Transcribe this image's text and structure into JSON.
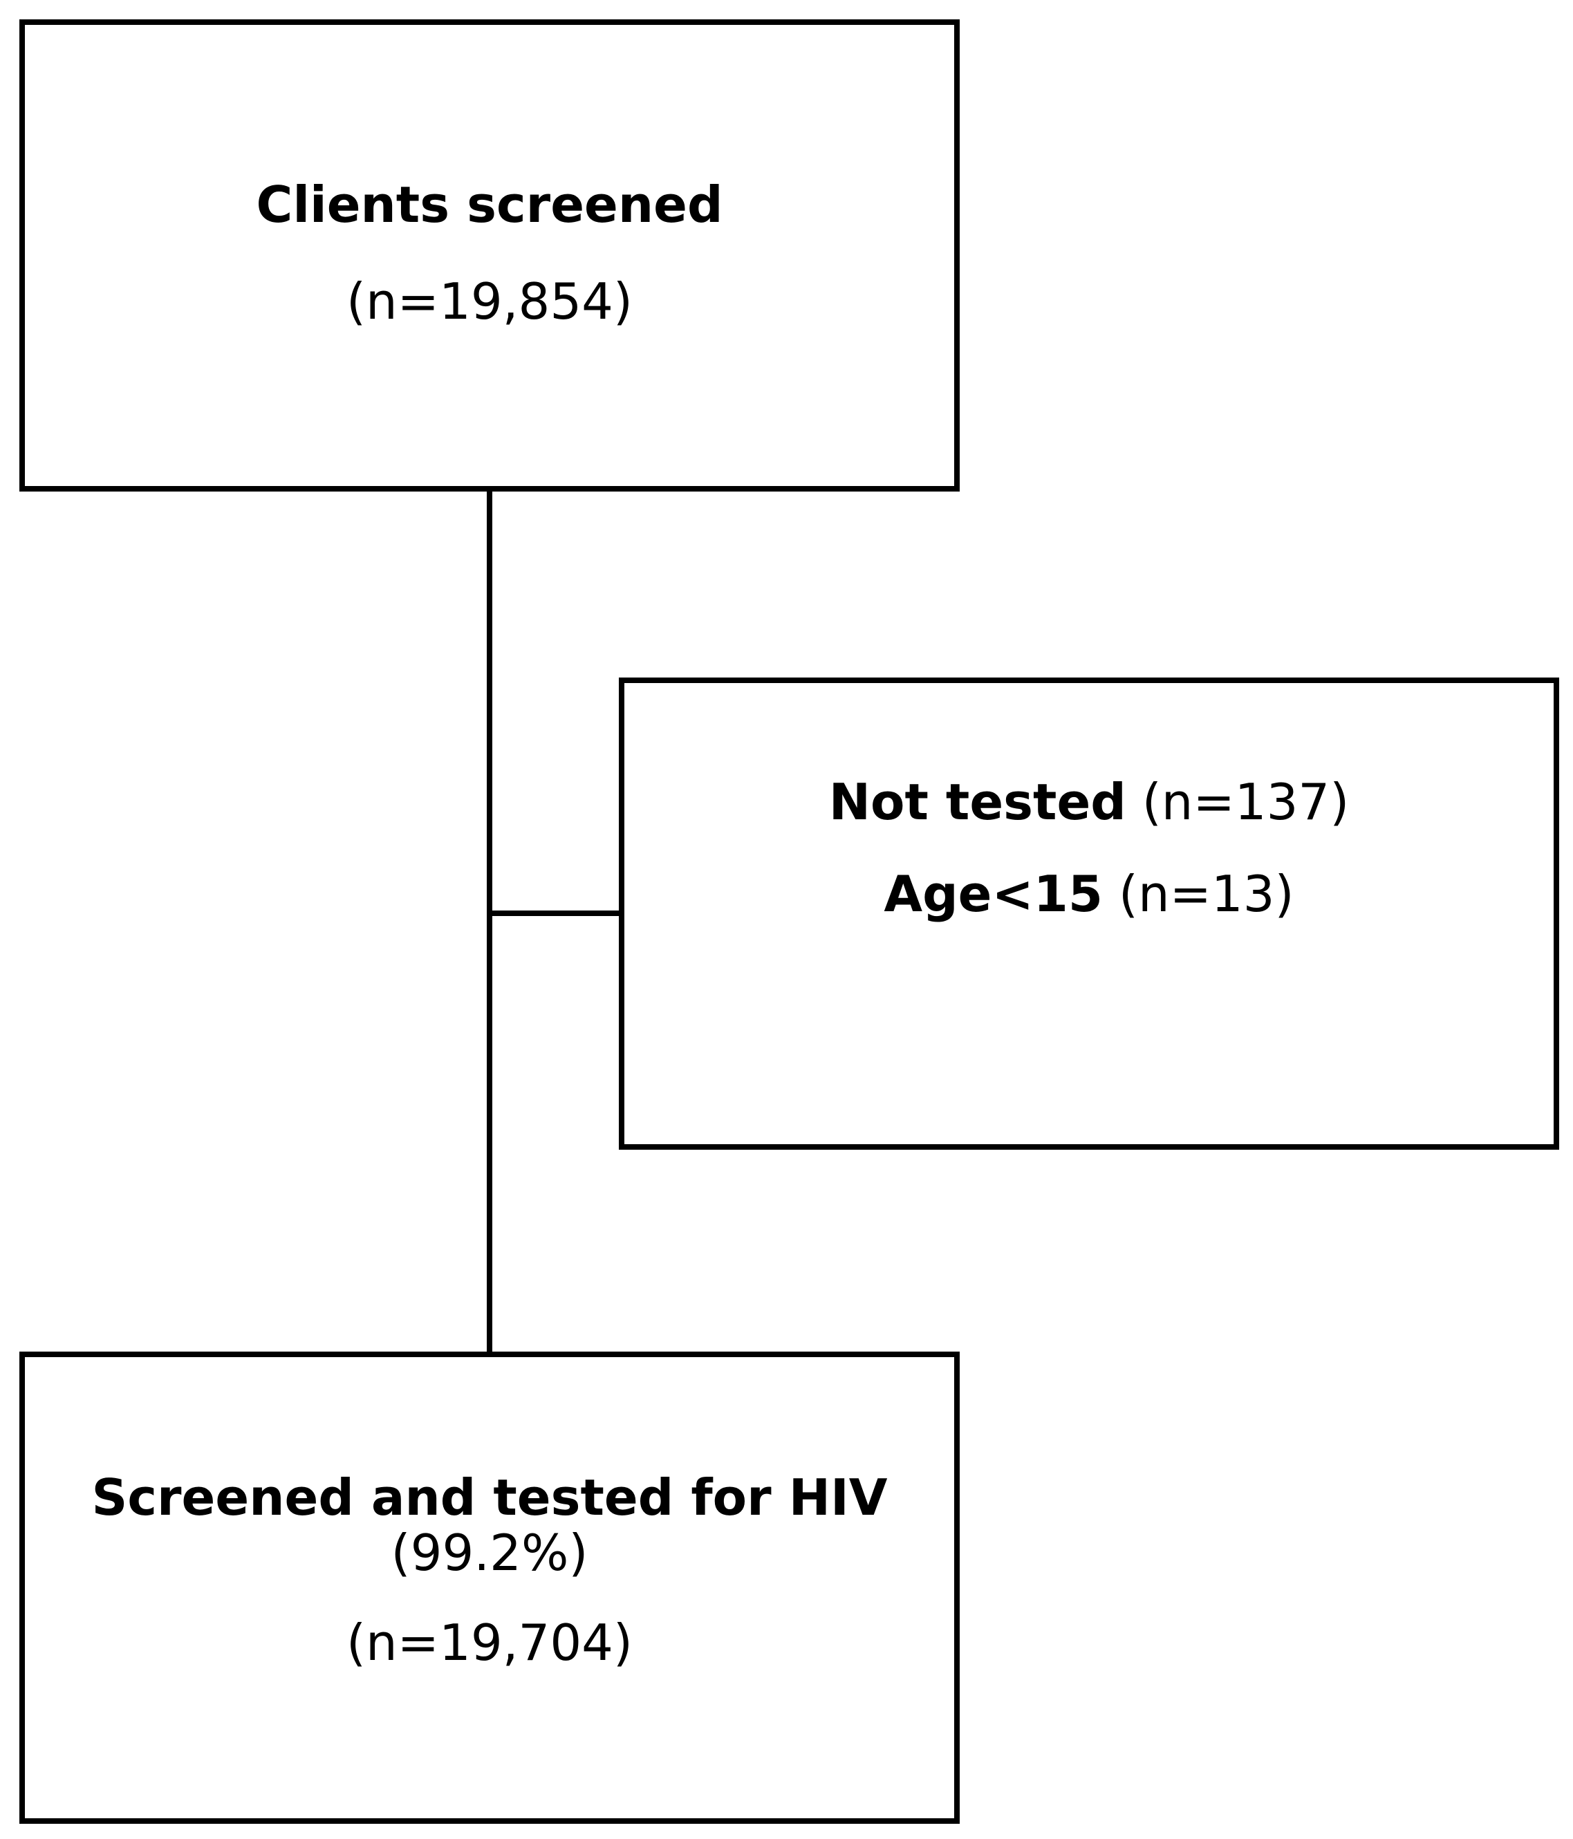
{
  "nodes": {
    "clients_screened": {
      "title": "Clients screened",
      "count": "(n=19,854)"
    },
    "not_tested": {
      "title": "Not tested",
      "count": " (n=137)",
      "sub_title": "Age<15",
      "sub_count": " (n=13)"
    },
    "screened_and_tested": {
      "title": "Screened and tested for HIV",
      "percent": "(99.2%)",
      "count": "(n=19,704)"
    }
  },
  "edges": [
    {
      "from": "clients_screened",
      "to": "screened_and_tested"
    },
    {
      "from": "clients_screened",
      "to": "not_tested"
    }
  ]
}
